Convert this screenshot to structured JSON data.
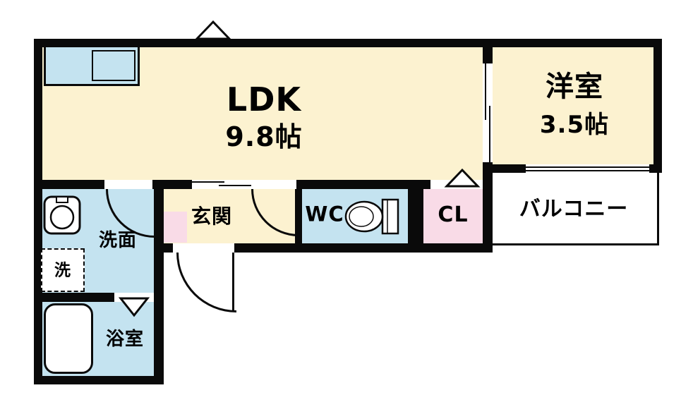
{
  "floorplan": {
    "rooms": {
      "ldk": {
        "name": "LDK",
        "size": "9.8帖"
      },
      "western_room": {
        "name": "洋室",
        "size": "3.5帖"
      },
      "balcony": {
        "name": "バルコニー"
      },
      "entrance": {
        "name": "玄関"
      },
      "toilet": {
        "name": "WC"
      },
      "closet": {
        "name": "CL"
      },
      "washroom": {
        "name": "洗面"
      },
      "laundry": {
        "name": "洗"
      },
      "bathroom": {
        "name": "浴室"
      }
    },
    "colors": {
      "bg": "#ffffff",
      "wall": "#0a0a0a",
      "cream": "#fcf2d0",
      "blue": "#c4e3f0",
      "pink": "#f9dbe7"
    }
  }
}
